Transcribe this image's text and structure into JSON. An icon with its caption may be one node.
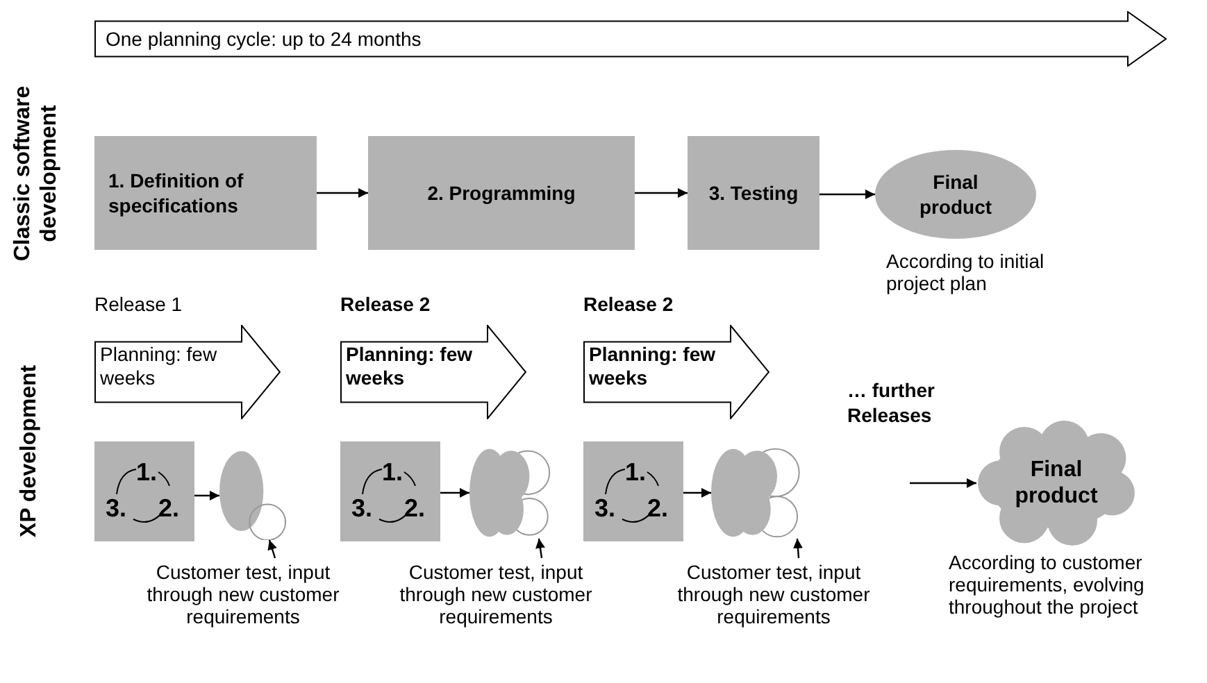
{
  "diagram": {
    "nodes": [
      {
        "text": [
          "One planning cycle: up to 24 months"
        ]
      },
      {
        "text": [
          "1. Definition of specifications"
        ]
      },
      {
        "text": [
          "2. Programming"
        ]
      },
      {
        "text": [
          "3. Testing"
        ]
      },
      {
        "text": [
          "Final product"
        ],
        "beside": [
          "According to initial project plan"
        ]
      },
      {
        "text": [
          "Release 1",
          "Planning: few weeks"
        ]
      },
      {
        "text": [
          "Release 2",
          "Planning: few weeks"
        ]
      },
      {
        "text": [
          "Release 2",
          "Planning: few weeks"
        ]
      },
      {
        "text": [
          "1.",
          "3.",
          "2."
        ]
      },
      {
        "text": [],
        "shape": "circle"
      },
      {
        "text": [
          "Customer test, input through new customer requirements"
        ]
      },
      {
        "text": [
          "1.",
          "3.",
          "2."
        ]
      },
      {
        "text": [],
        "shape": "cloud"
      },
      {
        "text": [
          "Customer test, input through new customer requirements"
        ]
      },
      {
        "text": [
          "1.",
          "3.",
          "2."
        ]
      },
      {
        "text": [],
        "shape": "cloud"
      },
      {
        "text": [
          "Customer test, input through new customer requirements"
        ]
      },
      {
        "text": [
          "Final product"
        ],
        "beside": [
          "According to customer requirements, evolving throughout the project"
        ]
      }
    ],
    "edges": [
      {
        "from": 1,
        "to": 2,
        "arrow": "to"
      },
      {
        "from": 2,
        "to": 3,
        "arrow": "to"
      },
      {
        "from": 3,
        "to": 4,
        "arrow": "to"
      },
      {
        "from": 8,
        "to": 9,
        "arrow": "to"
      },
      {
        "from": 10,
        "to": 9,
        "arrow": "to"
      },
      {
        "from": 11,
        "to": 12,
        "arrow": "to"
      },
      {
        "from": 13,
        "to": 12,
        "arrow": "to"
      },
      {
        "from": 14,
        "to": 15,
        "arrow": "to"
      },
      {
        "from": 16,
        "to": 15,
        "arrow": "to"
      },
      {
        "from": null,
        "to": 17,
        "arrow": "to"
      }
    ],
    "labels": [
      "Classic software development",
      "XP development",
      "… further Releases"
    ]
  }
}
